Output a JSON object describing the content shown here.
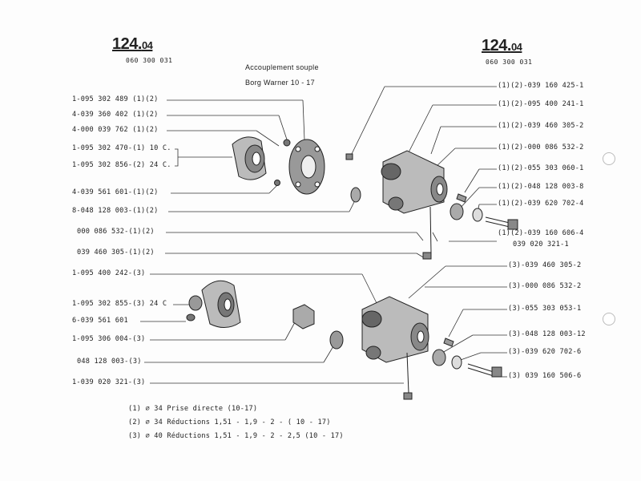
{
  "header": {
    "left_page": "124.",
    "left_page_sub": "04",
    "left_code": "060 300 031",
    "right_page": "124.",
    "right_page_sub": "04",
    "right_code": "060 300 031",
    "title_line1": "Accouplement souple",
    "title_line2": "Borg Warner 10 - 17"
  },
  "left_labels": [
    "1-095 302 489  (1)(2)",
    "4-039 360 402  (1)(2)",
    "4-000 039 762  (1)(2)",
    "1-095 302 470-(1) 10 C.",
    "1-095 302 856-(2) 24 C.",
    "4-039 561 601-(1)(2)",
    "8-048 128 003-(1)(2)",
    "000 086 532-(1)(2)",
    "039 460 305-(1)(2)",
    "1-095 400 242-(3)",
    "1-095 302 855-(3) 24 C",
    "6-039 561 601",
    "1-095 306 004-(3)",
    "048 128 003-(3)",
    "1-039 020 321-(3)"
  ],
  "right_labels": [
    "(1)(2)-039 160 425-1",
    "(1)(2)-095 400 241-1",
    "(1)(2)-039 460 305-2",
    "(1)(2)-000 086 532-2",
    "(1)(2)-055 303 060-1",
    "(1)(2)-048 128 003-8",
    "(1)(2)-039 620 702-4",
    "(1)(2)-039 160 606-4",
    "039 020 321-1",
    "(3)-039 460 305-2",
    "(3)-000 086 532-2",
    "(3)-055 303 053-1",
    "(3)-048 128 003-12",
    "(3)-039 620 702-6",
    "(3) 039 160 506-6"
  ],
  "notes": [
    "(1) ∅ 34 Prise directe (10-17)",
    "(2) ∅ 34 Réductions  1,51 - 1,9 - 2 - ( 10 - 17)",
    "(3) ∅ 40 Réductions  1,51 - 1,9 - 2 - 2,5 (10 - 17)"
  ]
}
